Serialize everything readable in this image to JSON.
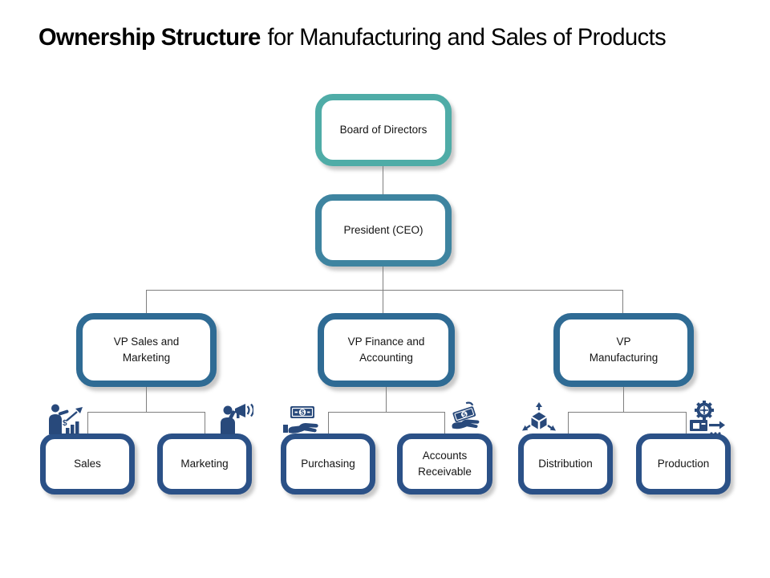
{
  "title": {
    "emphasis": "Ownership Structure",
    "rest": "for Manufacturing and Sales of Products"
  },
  "palette": {
    "level1_border": "#4FACA7",
    "level2_border": "#3E84A0",
    "level3_border": "#2F6B94",
    "level4_border": "#2B5187",
    "icon_color": "#28497B",
    "connector_color": "#7F7F7F",
    "background": "#FFFFFF",
    "text_color": "#141414"
  },
  "nodes": {
    "board": {
      "label": "Board of Directors",
      "level": 1
    },
    "president": {
      "label": "President (CEO)",
      "level": 2
    },
    "vp_sales": {
      "label": "VP Sales and Marketing",
      "level": 3
    },
    "vp_finance": {
      "label": "VP Finance and Accounting",
      "level": 3
    },
    "vp_manufacturing": {
      "label": "VP Manufacturing",
      "level": 3
    },
    "sales": {
      "label": "Sales",
      "level": 4,
      "icon": "salesman-growth-chart-icon"
    },
    "marketing": {
      "label": "Marketing",
      "level": 4,
      "icon": "announcer-megaphone-icon"
    },
    "purchasing": {
      "label": "Purchasing",
      "level": 4,
      "icon": "hand-banknote-icon"
    },
    "accounts_receivable": {
      "label": "Accounts Receivable",
      "level": 4,
      "icon": "hand-receiving-money-icon"
    },
    "distribution": {
      "label": "Distribution",
      "level": 4,
      "icon": "cube-distribution-arrows-icon"
    },
    "production": {
      "label": "Production",
      "level": 4,
      "icon": "gear-machine-icon"
    }
  },
  "edges": [
    {
      "from": "board",
      "to": "president"
    },
    {
      "from": "president",
      "to": "vp_sales"
    },
    {
      "from": "president",
      "to": "vp_finance"
    },
    {
      "from": "president",
      "to": "vp_manufacturing"
    },
    {
      "from": "vp_sales",
      "to": "sales"
    },
    {
      "from": "vp_sales",
      "to": "marketing"
    },
    {
      "from": "vp_finance",
      "to": "purchasing"
    },
    {
      "from": "vp_finance",
      "to": "accounts_receivable"
    },
    {
      "from": "vp_manufacturing",
      "to": "distribution"
    },
    {
      "from": "vp_manufacturing",
      "to": "production"
    }
  ]
}
